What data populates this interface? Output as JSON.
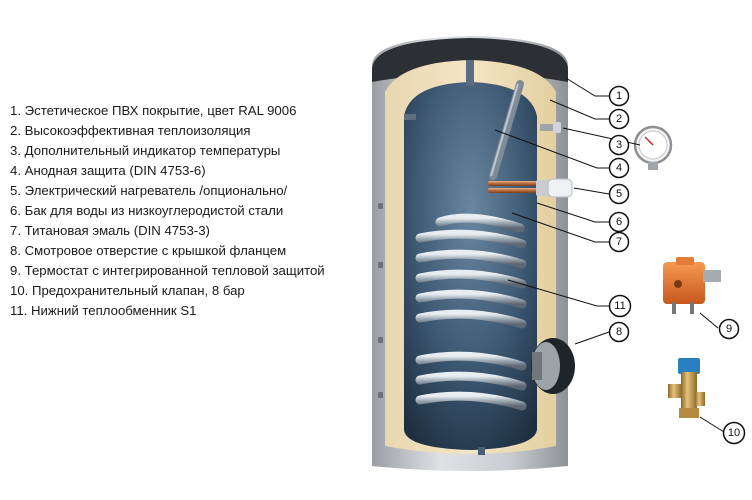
{
  "legend": [
    "1. Эстетическое ПВХ покрытие, цвет RAL 9006",
    "2. Высокоэффективная теплоизоляция",
    "3. Дополнительный индикатор температуры",
    "4. Анодная защита (DIN 4753-6)",
    "5. Электрический нагреватель /опционально/",
    "6. Бак для воды из низкоуглеродистой стали",
    "7. Титановая эмаль (DIN 4753-3)",
    "8. Смотровое отверстие с крышкой фланцем",
    "9. Термостат с интегрированной тепловой защитой",
    "10. Предохранительный клапан, 8 бар",
    "11. Нижний теплообменник S1"
  ],
  "callouts": [
    "1",
    "2",
    "3",
    "4",
    "5",
    "6",
    "7",
    "11",
    "8",
    "9",
    "10"
  ]
}
